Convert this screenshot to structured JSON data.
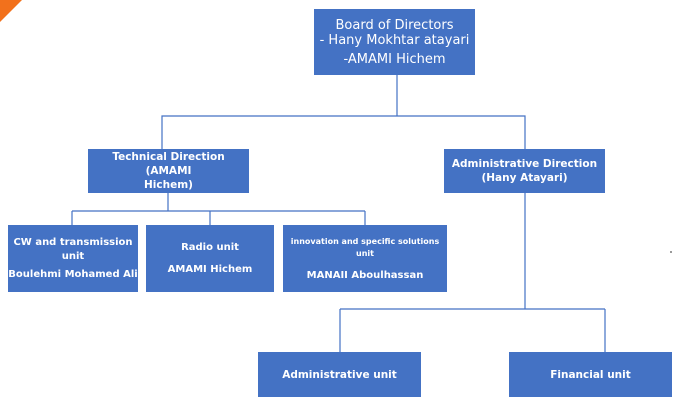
{
  "org_chart": {
    "board": {
      "line1": "Board of Directors",
      "line2": "- Hany Mokhtar atayari",
      "line3": "-AMAMI Hichem"
    },
    "technical": {
      "line1": "Technical Direction (AMAMI",
      "line2": "Hichem)"
    },
    "administrative": {
      "line1": "Administrative Direction",
      "line2": "(Hany Atayari)"
    },
    "cw_unit": {
      "title1": "CW and transmission",
      "title2": "unit",
      "head": "Boulehmi Mohamed Ali"
    },
    "radio_unit": {
      "title": "Radio unit",
      "head": "AMAMI Hichem"
    },
    "innovation_unit": {
      "title": "innovation and specific solutions unit",
      "head": "MANAII Aboulhassan"
    },
    "admin_unit": {
      "title": "Administrative unit"
    },
    "financial_unit": {
      "title": "Financial unit"
    }
  },
  "colors": {
    "box": "#4472c4",
    "connector": "#4472c4",
    "corner_accent": "#f2711c"
  }
}
